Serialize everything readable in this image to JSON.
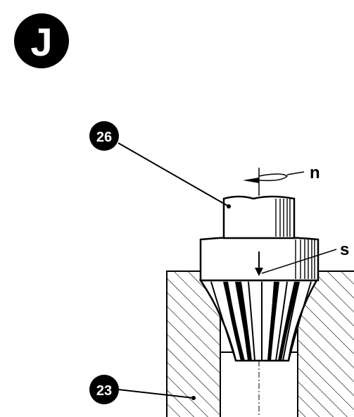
{
  "figure": {
    "badge_letter": "J",
    "labels": {
      "rotation": "n",
      "feed": "s"
    },
    "callouts": {
      "tool": "26",
      "workpiece_holder": "23"
    },
    "colors": {
      "ink": "#000000",
      "paper": "#ffffff"
    }
  }
}
